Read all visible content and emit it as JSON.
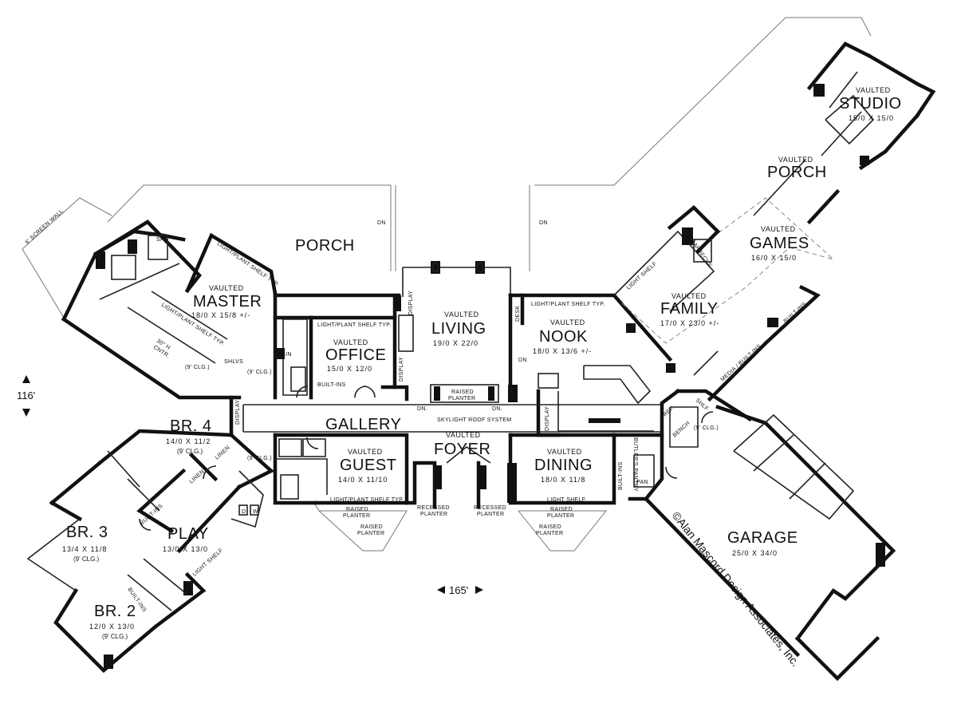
{
  "rooms": {
    "porch_rear": {
      "name": "PORCH"
    },
    "master": {
      "label": "VAULTED",
      "name": "MASTER",
      "dim": "18/0 X 15/8 +/-"
    },
    "office": {
      "label": "VAULTED",
      "name": "OFFICE",
      "dim": "15/0 X 12/0"
    },
    "living": {
      "label": "VAULTED",
      "name": "LIVING",
      "dim": "19/0 X 22/0"
    },
    "nook": {
      "label": "VAULTED",
      "name": "NOOK",
      "dim": "18/0 X 13/6 +/-"
    },
    "family": {
      "label": "VAULTED",
      "name": "FAMILY",
      "dim": "17/0 X 23/0 +/-"
    },
    "games": {
      "label": "VAULTED",
      "name": "GAMES",
      "dim": "16/0 X 15/0"
    },
    "porch_side": {
      "label": "VAULTED",
      "name": "PORCH"
    },
    "studio": {
      "label": "VAULTED",
      "name": "STUDIO",
      "dim": "15/0 X 15/0"
    },
    "gallery": {
      "name": "GALLERY"
    },
    "foyer": {
      "label": "VAULTED",
      "name": "FOYER"
    },
    "guest": {
      "label": "VAULTED",
      "name": "GUEST",
      "dim": "14/0 X 11/10"
    },
    "dining": {
      "label": "VAULTED",
      "name": "DINING",
      "dim": "18/0 X 11/8"
    },
    "br4": {
      "name": "BR. 4",
      "dim": "14/0 X 11/2",
      "clg": "(9' CLG.)"
    },
    "br3": {
      "name": "BR. 3",
      "dim": "13/4 X 11/8",
      "clg": "(9' CLG.)"
    },
    "br2": {
      "name": "BR. 2",
      "dim": "12/0 X 13/0",
      "clg": "(9' CLG.)"
    },
    "play": {
      "name": "PLAY",
      "dim": "13/0 X 13/0"
    },
    "garage": {
      "name": "GARAGE",
      "dim": "25/0 X 34/0"
    }
  },
  "notes": {
    "screen_wall": "6' SCREEN WALL",
    "spa": "SPA",
    "light_shelf_typ": "LIGHT/PLANT SHELF TYP.",
    "light_shelf_typ2": "LIGHT/PLANT SHELF TYP.",
    "light_shelf_typ3": "LIGHT/PLANT SHELF TYP.",
    "light_shelf_typ4": "LIGHT/PLANT SHELF TYP.",
    "light_shelf_typ5": "LIGHT/PLANT SHELF TYP.",
    "light_shelf": "LIGHT SHELF",
    "light_shelf2": "LIGHT SHELF",
    "light_shelf3": "LIGHT SHELF",
    "clg9": "(9' CLG.)",
    "clg9b": "(9' CLG.)",
    "clg9c": "(9' CLG.)",
    "clg9d": "(9' CLG.)",
    "shlvs": "SHLVS",
    "lin": "LIN",
    "linen": "LINEN",
    "linen2": "LINEN",
    "built_ins": "BUILT-INS",
    "built_ins2": "BUILT-INS",
    "built_ins3": "BUILT-INS",
    "built_ins4": "BUILT-INS",
    "media_built_ins": "MEDIA / BUILT-INS",
    "display": "DISPLAY",
    "display2": "DISPLAY",
    "display3": "DISPLAY",
    "display4": "DISPLAY",
    "desk": "DESK",
    "dn": "DN",
    "dn2": "DN",
    "dn3": "DN",
    "dn4": "DN.",
    "dn5": "DN.",
    "dn6": "DN.",
    "raised_planter": "RAISED\nPLANTER",
    "raised_planter_a": "RAISED",
    "raised_planter_b": "PLANTER",
    "raised_planter2a": "RAISED",
    "raised_planter2b": "PLANTER",
    "raised_planter3a": "RAISED",
    "raised_planter3b": "PLANTER",
    "raised_planter4a": "RAISED",
    "raised_planter4b": "PLANTER",
    "raised_planter5a": "RAISED",
    "raised_planter5b": "PLANTER",
    "recessed_planter_a": "RECESSED",
    "recessed_planter_b": "PLANTER",
    "recessed_planter2a": "RECESSED",
    "recessed_planter2b": "PLANTER",
    "skylight": "SKYLIGHT ROOF SYSTEM",
    "barbecue": "BARBECUE",
    "ref": "REF.",
    "bench": "BENCH",
    "shlf": "SHLF",
    "butlers_pantry": "BUTLER'S PANTRY",
    "pan": "PAN",
    "d": "D",
    "w": "W",
    "built": "BUILT-INS",
    "tv_a": "30\" H",
    "tv_b": "CNTR."
  },
  "dimensions": {
    "depth": "116'",
    "width": "165'"
  },
  "credit": "©Alan Mascord Design Associates, Inc."
}
